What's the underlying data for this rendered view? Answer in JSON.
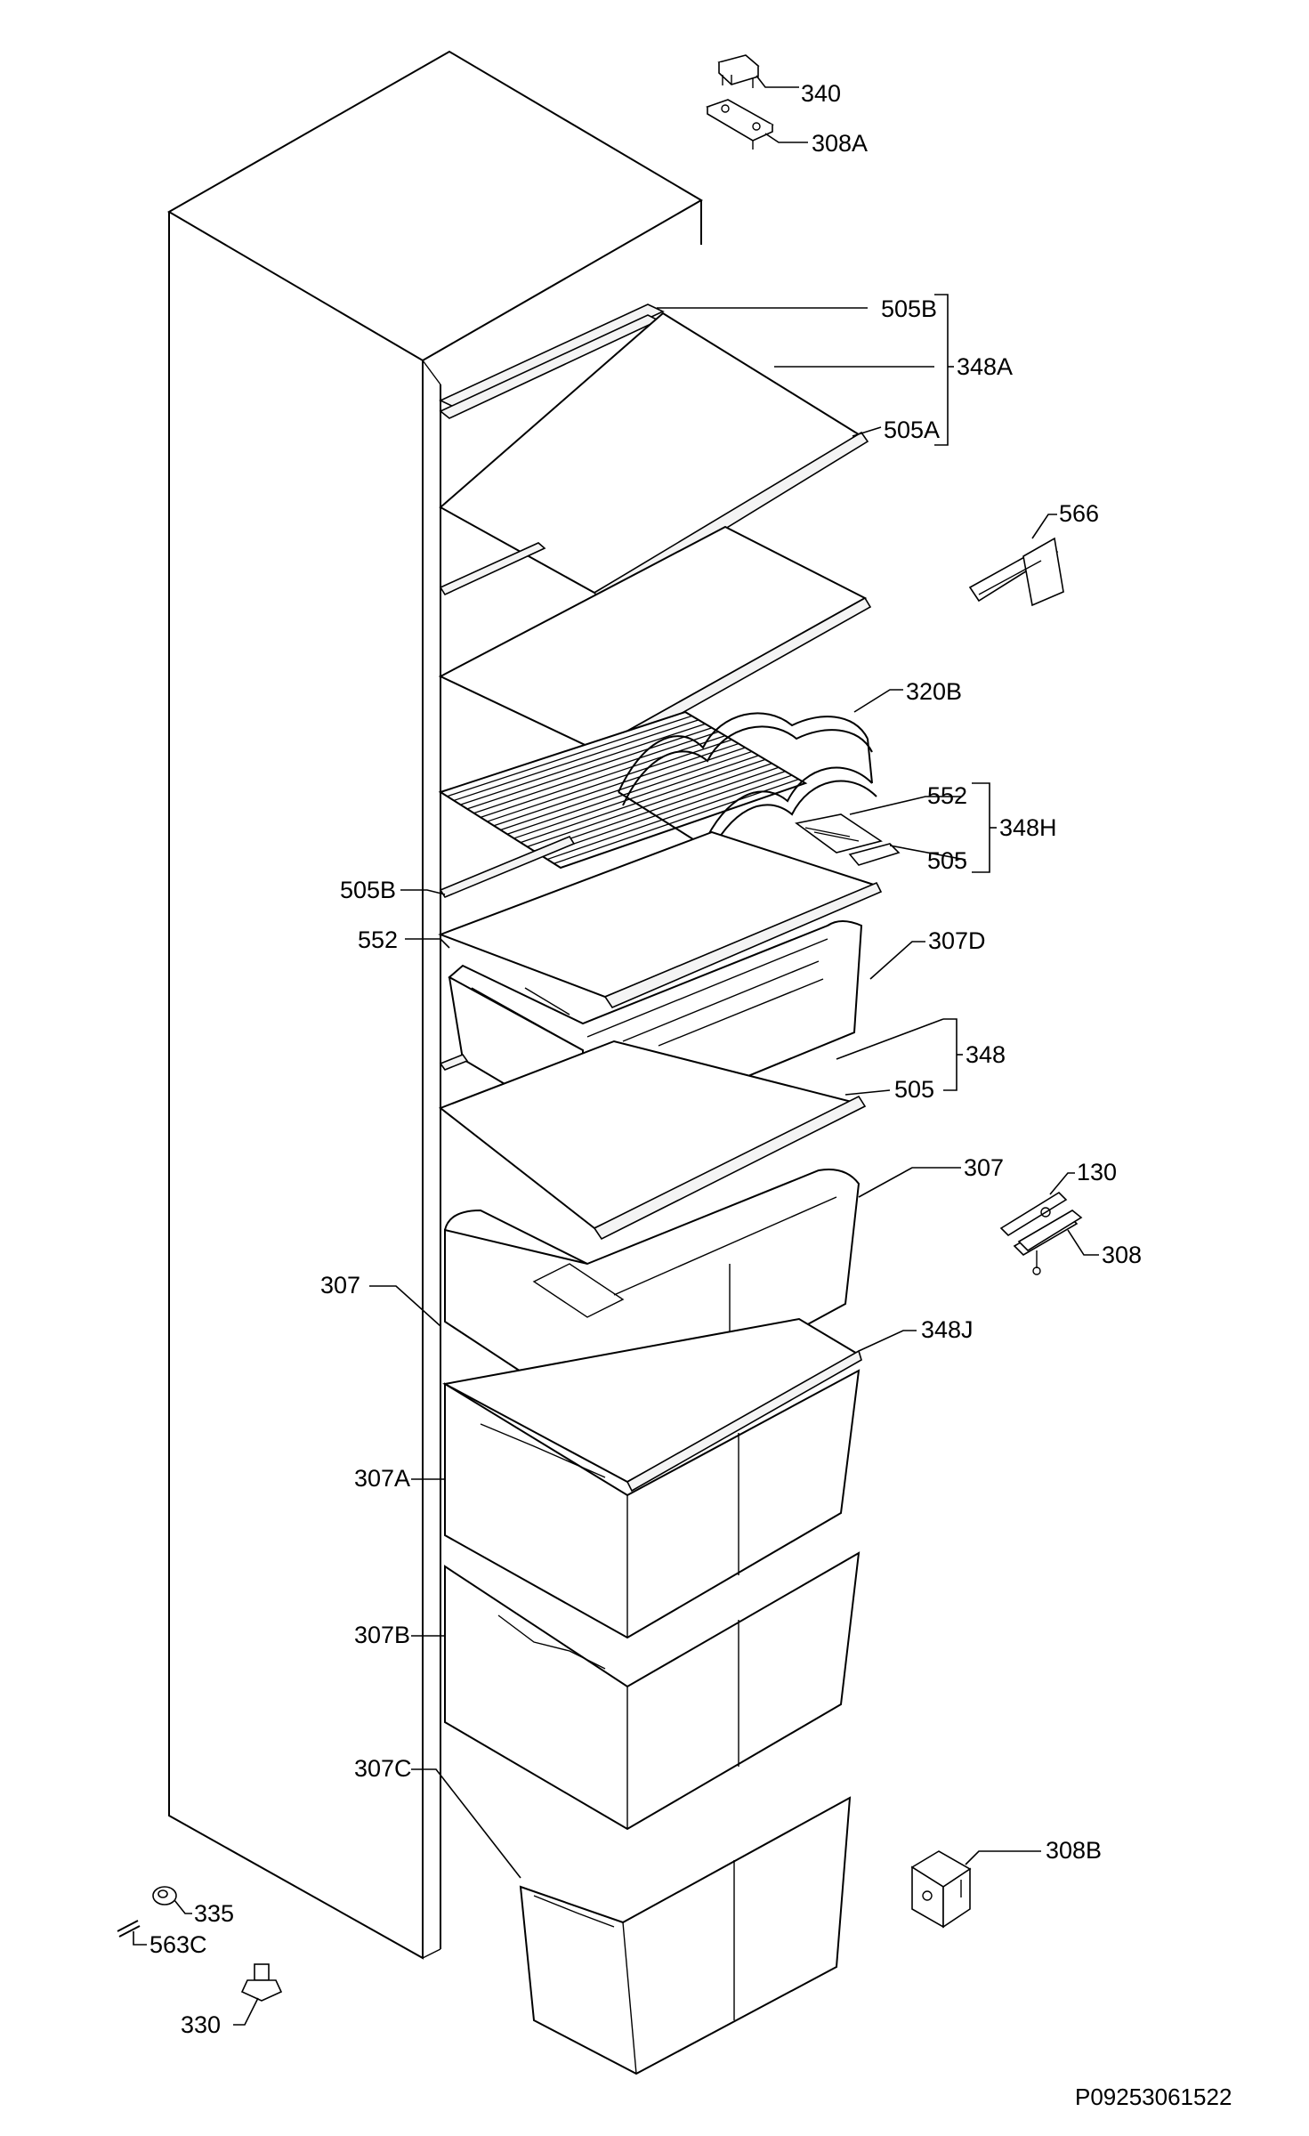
{
  "reference_number": "P09253061522",
  "labels": {
    "l340": "340",
    "l308A": "308A",
    "l505B_top": "505B",
    "l348A": "348A",
    "l505A": "505A",
    "l566": "566",
    "l320B": "320B",
    "l552_right": "552",
    "l348H": "348H",
    "l505_upper": "505",
    "l505B_left": "505B",
    "l552_left": "552",
    "l307D": "307D",
    "l348": "348",
    "l505_lower": "505",
    "l130": "130",
    "l307_right": "307",
    "l308": "308",
    "l307_left": "307",
    "l348J": "348J",
    "l307A": "307A",
    "l307B": "307B",
    "l307C": "307C",
    "l308B": "308B",
    "l335": "335",
    "l563C": "563C",
    "l330": "330"
  }
}
